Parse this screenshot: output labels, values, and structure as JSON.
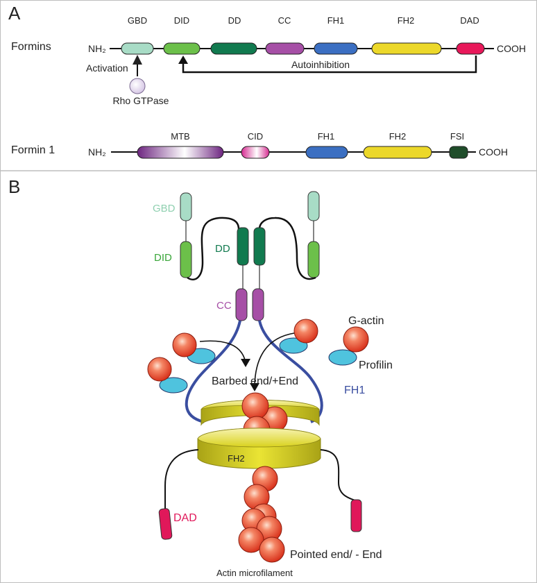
{
  "panel_a": {
    "letter": "A",
    "formins": {
      "row_label": "Formins",
      "n_term": "NH₂",
      "c_term": "COOH",
      "domains": [
        {
          "label": "GBD",
          "color": "#a8dcc6"
        },
        {
          "label": "DID",
          "color": "#6cc04a"
        },
        {
          "label": "DD",
          "color": "#117a4f"
        },
        {
          "label": "CC",
          "color": "#a64fa6"
        },
        {
          "label": "FH1",
          "color": "#3b6fc2"
        },
        {
          "label": "FH2",
          "color": "#ecd82a"
        },
        {
          "label": "DAD",
          "color": "#e8185a"
        }
      ],
      "activation_label": "Activation",
      "autoinhibition_label": "Autoinhibition",
      "rho_label": "Rho GTPase"
    },
    "formin1": {
      "row_label": "Formin 1",
      "n_term": "NH₂",
      "c_term": "COOH",
      "domains": [
        {
          "label": "MTB",
          "color": "#7b2f8a"
        },
        {
          "label": "CID",
          "color": "#e0309a"
        },
        {
          "label": "FH1",
          "color": "#3b6fc2"
        },
        {
          "label": "FH2",
          "color": "#ecd82a"
        },
        {
          "label": "FSI",
          "color": "#1f4d2a"
        }
      ]
    }
  },
  "panel_b": {
    "letter": "B",
    "labels": {
      "gbd": "GBD",
      "did": "DID",
      "dd": "DD",
      "cc": "CC",
      "g_actin": "G-actin",
      "profilin": "Profilin",
      "barbed_end": "Barbed end/+End",
      "fh1": "FH1",
      "fh2": "FH2",
      "dad": "DAD",
      "pointed_end": "Pointed end/ - End",
      "actin_microfilament": "Actin microfilament"
    },
    "colors": {
      "gbd": "#a8dcc6",
      "did": "#6cc04a",
      "dd": "#117a4f",
      "cc": "#a64fa6",
      "fh1": "#3a4ea0",
      "fh2": "#c9c21c",
      "dad": "#e0185a",
      "actin": "#e8482c",
      "profilin": "#4fc3de",
      "gbd_text": "#8fd0b0",
      "did_text": "#3aa63a",
      "dd_text": "#117a4f",
      "cc_text": "#a64fa6",
      "fh1_text": "#3a4ea0",
      "dad_text": "#e0185a"
    }
  }
}
